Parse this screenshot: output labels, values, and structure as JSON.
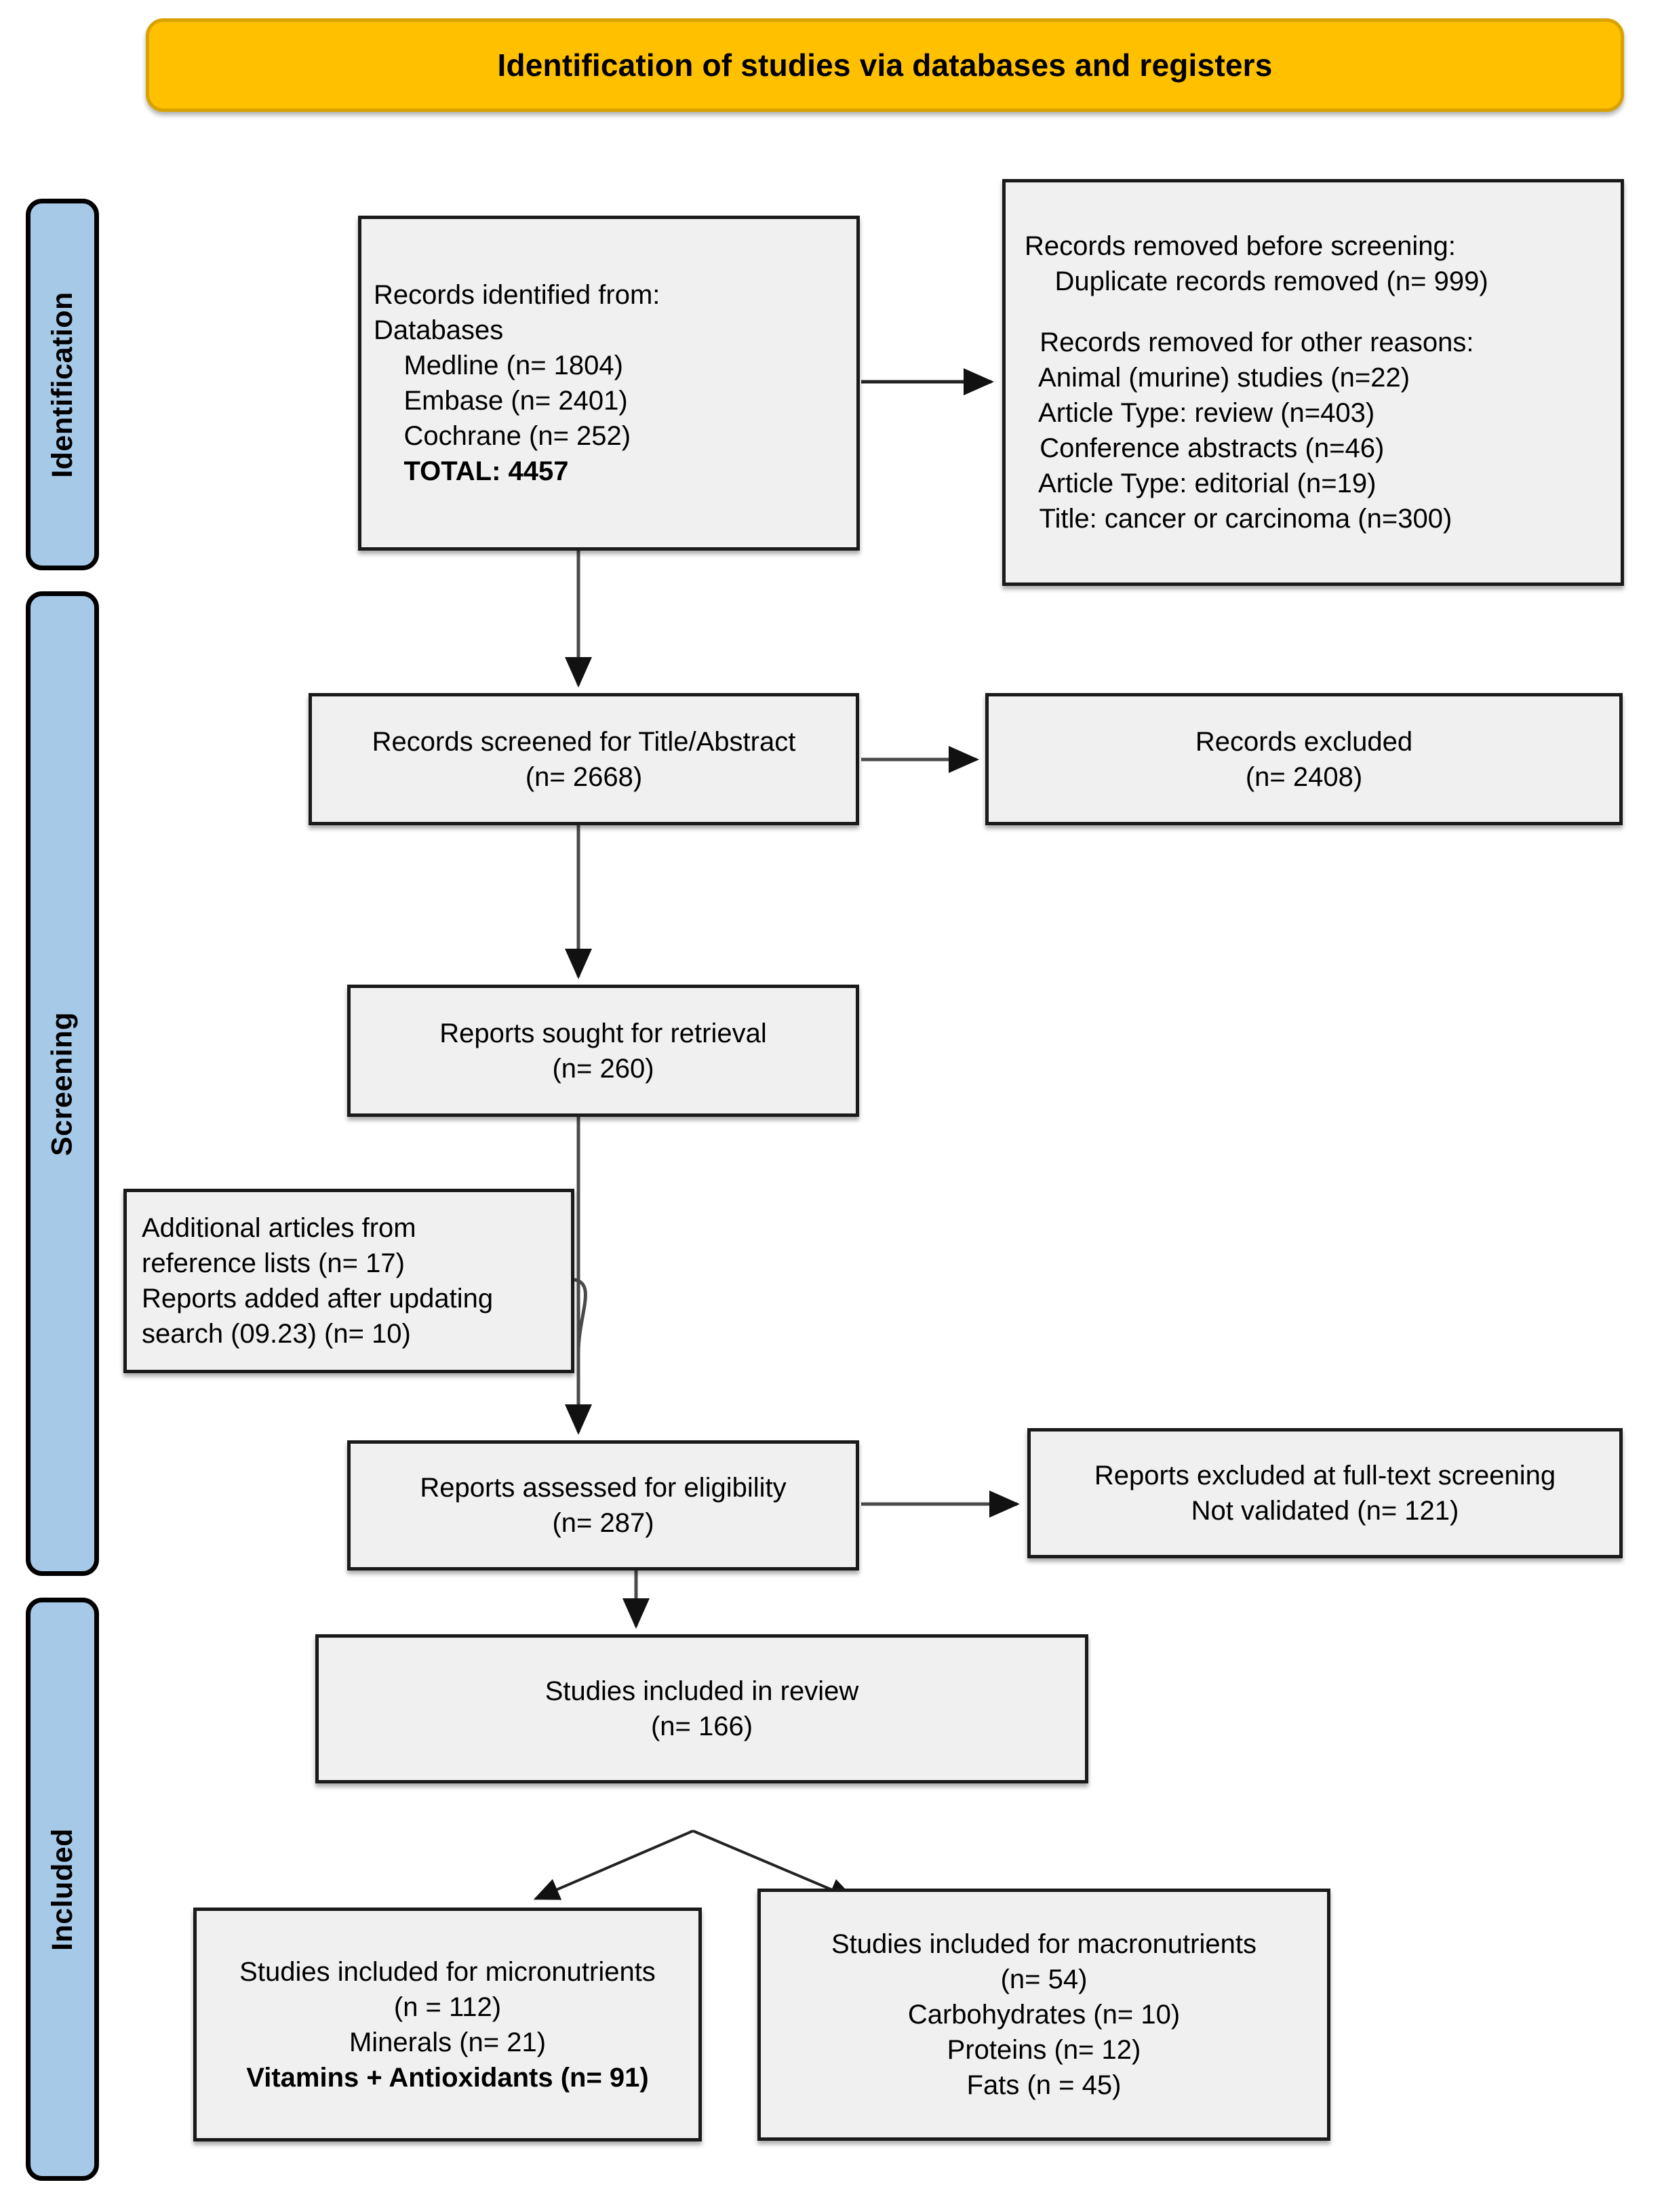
{
  "header": {
    "title": "Identification of studies via databases and registers",
    "banner_color": "#FFC000"
  },
  "stages": [
    {
      "id": "identification",
      "label": "Identification"
    },
    {
      "id": "screening",
      "label": "Screening"
    },
    {
      "id": "included",
      "label": "Included"
    }
  ],
  "boxes": {
    "identified": {
      "name": "records-identified-box",
      "lines": [
        {
          "text": "Records identified from:",
          "bold": false
        },
        {
          "text": "Databases",
          "bold": false
        },
        {
          "text": "    Medline (n= 1804)",
          "bold": false
        },
        {
          "text": "    Embase (n= 2401)",
          "bold": false
        },
        {
          "text": "    Cochrane (n= 252)",
          "bold": false
        },
        {
          "text": "    TOTAL: 4457",
          "bold": true
        }
      ]
    },
    "removed": {
      "name": "records-removed-box",
      "lines": [
        {
          "text": "Records removed before screening:",
          "bold": false
        },
        {
          "text": "    Duplicate records removed (n= 999)",
          "bold": false
        },
        {
          "text": "",
          "bold": false,
          "gap": true
        },
        {
          "text": "  Records removed for other reasons:",
          "bold": false
        },
        {
          "text": "  Animal (murine) studies (n=22)",
          "bold": false
        },
        {
          "text": "  Article Type: review (n=403)",
          "bold": false
        },
        {
          "text": "  Conference abstracts (n=46)",
          "bold": false
        },
        {
          "text": "  Article Type: editorial (n=19)",
          "bold": false
        },
        {
          "text": "  Title: cancer or carcinoma (n=300)",
          "bold": false
        }
      ]
    },
    "screened": {
      "name": "records-screened-box",
      "lines": [
        {
          "text": "Records screened for Title/Abstract",
          "bold": false,
          "center": true
        },
        {
          "text": "(n= 2668)",
          "bold": false,
          "center": true
        }
      ]
    },
    "records_excluded": {
      "name": "records-excluded-box",
      "lines": [
        {
          "text": "Records excluded",
          "bold": false,
          "center": true
        },
        {
          "text": "(n= 2408)",
          "bold": false,
          "center": true
        }
      ]
    },
    "sought": {
      "name": "reports-sought-box",
      "lines": [
        {
          "text": "Reports sought for retrieval",
          "bold": false,
          "center": true
        },
        {
          "text": "(n= 260)",
          "bold": false,
          "center": true
        }
      ]
    },
    "additional": {
      "name": "additional-articles-box",
      "lines": [
        {
          "text": "Additional articles from",
          "bold": false
        },
        {
          "text": "reference lists (n= 17)",
          "bold": false
        },
        {
          "text": "Reports added after updating",
          "bold": false
        },
        {
          "text": "search (09.23) (n= 10)",
          "bold": false
        }
      ]
    },
    "eligibility": {
      "name": "reports-eligibility-box",
      "lines": [
        {
          "text": "Reports assessed for eligibility",
          "bold": false,
          "center": true
        },
        {
          "text": "(n= 287)",
          "bold": false,
          "center": true
        }
      ]
    },
    "excluded_fulltext": {
      "name": "reports-excluded-fulltext-box",
      "lines": [
        {
          "text": "Reports excluded at full-text screening",
          "bold": false,
          "center": true
        },
        {
          "text": "Not validated (n= 121)",
          "bold": false,
          "center": true
        }
      ]
    },
    "included_review": {
      "name": "studies-included-review-box",
      "lines": [
        {
          "text": "Studies included in review",
          "bold": false,
          "center": true
        },
        {
          "text": "(n= 166)",
          "bold": false,
          "center": true
        }
      ]
    },
    "micronutrients": {
      "name": "studies-micronutrients-box",
      "lines": [
        {
          "text": "Studies included for micronutrients",
          "bold": false,
          "center": true
        },
        {
          "text": "(n = 112)",
          "bold": false,
          "center": true
        },
        {
          "text": "Minerals (n= 21)",
          "bold": false,
          "center": true
        },
        {
          "text": "Vitamins + Antioxidants (n= 91)",
          "bold": true,
          "center": true
        }
      ]
    },
    "macronutrients": {
      "name": "studies-macronutrients-box",
      "lines": [
        {
          "text": "Studies included for macronutrients",
          "bold": false,
          "center": true
        },
        {
          "text": "(n= 54)",
          "bold": false,
          "center": true
        },
        {
          "text": "Carbohydrates (n= 10)",
          "bold": false,
          "center": true
        },
        {
          "text": "Proteins (n= 12)",
          "bold": false,
          "center": true
        },
        {
          "text": "Fats (n = 45)",
          "bold": false,
          "center": true
        }
      ]
    }
  },
  "chart_data": {
    "type": "diagram",
    "title": "Identification of studies via databases and registers",
    "flow": [
      {
        "stage": "Identification",
        "node": "Records identified from databases",
        "total": 4457,
        "sources": [
          {
            "name": "Medline",
            "n": 1804
          },
          {
            "name": "Embase",
            "n": 2401
          },
          {
            "name": "Cochrane",
            "n": 252
          }
        ]
      },
      {
        "stage": "Identification",
        "node": "Records removed before screening",
        "reasons": [
          {
            "name": "Duplicate records removed",
            "n": 999
          },
          {
            "name": "Animal (murine) studies",
            "n": 22
          },
          {
            "name": "Article Type: review",
            "n": 403
          },
          {
            "name": "Conference abstracts",
            "n": 46
          },
          {
            "name": "Article Type: editorial",
            "n": 19
          },
          {
            "name": "Title: cancer or carcinoma",
            "n": 300
          }
        ]
      },
      {
        "stage": "Screening",
        "node": "Records screened for Title/Abstract",
        "n": 2668
      },
      {
        "stage": "Screening",
        "node": "Records excluded",
        "n": 2408
      },
      {
        "stage": "Screening",
        "node": "Reports sought for retrieval",
        "n": 260
      },
      {
        "stage": "Screening",
        "node": "Additional articles from reference lists",
        "n": 17
      },
      {
        "stage": "Screening",
        "node": "Reports added after updating search (09.23)",
        "n": 10
      },
      {
        "stage": "Screening",
        "node": "Reports assessed for eligibility",
        "n": 287
      },
      {
        "stage": "Screening",
        "node": "Reports excluded at full-text screening / Not validated",
        "n": 121
      },
      {
        "stage": "Included",
        "node": "Studies included in review",
        "n": 166
      },
      {
        "stage": "Included",
        "node": "Studies included for micronutrients",
        "n": 112,
        "children": [
          {
            "name": "Minerals",
            "n": 21
          },
          {
            "name": "Vitamins + Antioxidants",
            "n": 91
          }
        ]
      },
      {
        "stage": "Included",
        "node": "Studies included for macronutrients",
        "n": 54,
        "children": [
          {
            "name": "Carbohydrates",
            "n": 10
          },
          {
            "name": "Proteins",
            "n": 12
          },
          {
            "name": "Fats",
            "n": 45
          }
        ]
      }
    ]
  }
}
